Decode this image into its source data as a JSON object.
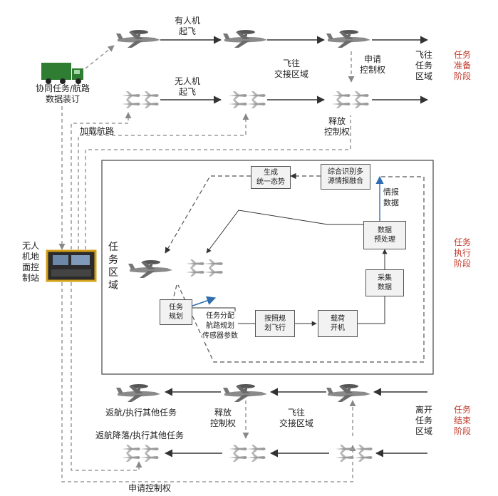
{
  "source": {
    "truck_label_line1": "协同任务/航路",
    "truck_label_line2": "数据装订",
    "load_route": "加载航路"
  },
  "ground_station": {
    "line1": "无人",
    "line2": "机地",
    "line3": "面控",
    "line4": "制站"
  },
  "phases": {
    "preparation": [
      "任务",
      "准备",
      "阶段"
    ],
    "execution": [
      "任务",
      "执行",
      "阶段"
    ],
    "end": [
      "任务",
      "结束",
      "阶段"
    ]
  },
  "top": {
    "manned_takeoff": [
      "有人机",
      "起飞"
    ],
    "uav_takeoff": [
      "无人机",
      "起飞"
    ],
    "to_handover": [
      "飞往",
      "交接区域"
    ],
    "apply_control": [
      "申请",
      "控制权"
    ],
    "release_control": [
      "释放",
      "控制权"
    ],
    "to_mission_area": [
      "飞往",
      "任务",
      "区域"
    ]
  },
  "mission": {
    "area_label": "任务区域",
    "boxes": {
      "situation": [
        "生成",
        "统一态势"
      ],
      "fusion": [
        "综合识别多",
        "源情报融合"
      ],
      "preprocess": [
        "数据",
        "预处理"
      ],
      "collect": [
        "采集",
        "数据"
      ],
      "payload": [
        "载荷",
        "开机"
      ],
      "follow_plan": [
        "按照规",
        "划飞行"
      ],
      "planning": [
        "任务",
        "规划"
      ]
    },
    "intel_data": [
      "情报",
      "数据"
    ],
    "plan_params": [
      "任务分配",
      "航路规划",
      "传感器参数"
    ]
  },
  "bottom": {
    "rtb_manned": "返航/执行其他任务",
    "release_control": [
      "释放",
      "控制权"
    ],
    "to_handover": [
      "飞往",
      "交接区域"
    ],
    "leave_area": [
      "离开",
      "任务",
      "区域"
    ],
    "rtb_uav": "返航降落/执行其他任务",
    "apply_control": "申请控制权"
  },
  "colors": {
    "phase_text": "#c0392b",
    "truck": "#2e7d32",
    "arrow": "#333333",
    "dashed": "#888888",
    "planning_arrow": "#2f6fb0",
    "station_border": "#d4a017"
  }
}
